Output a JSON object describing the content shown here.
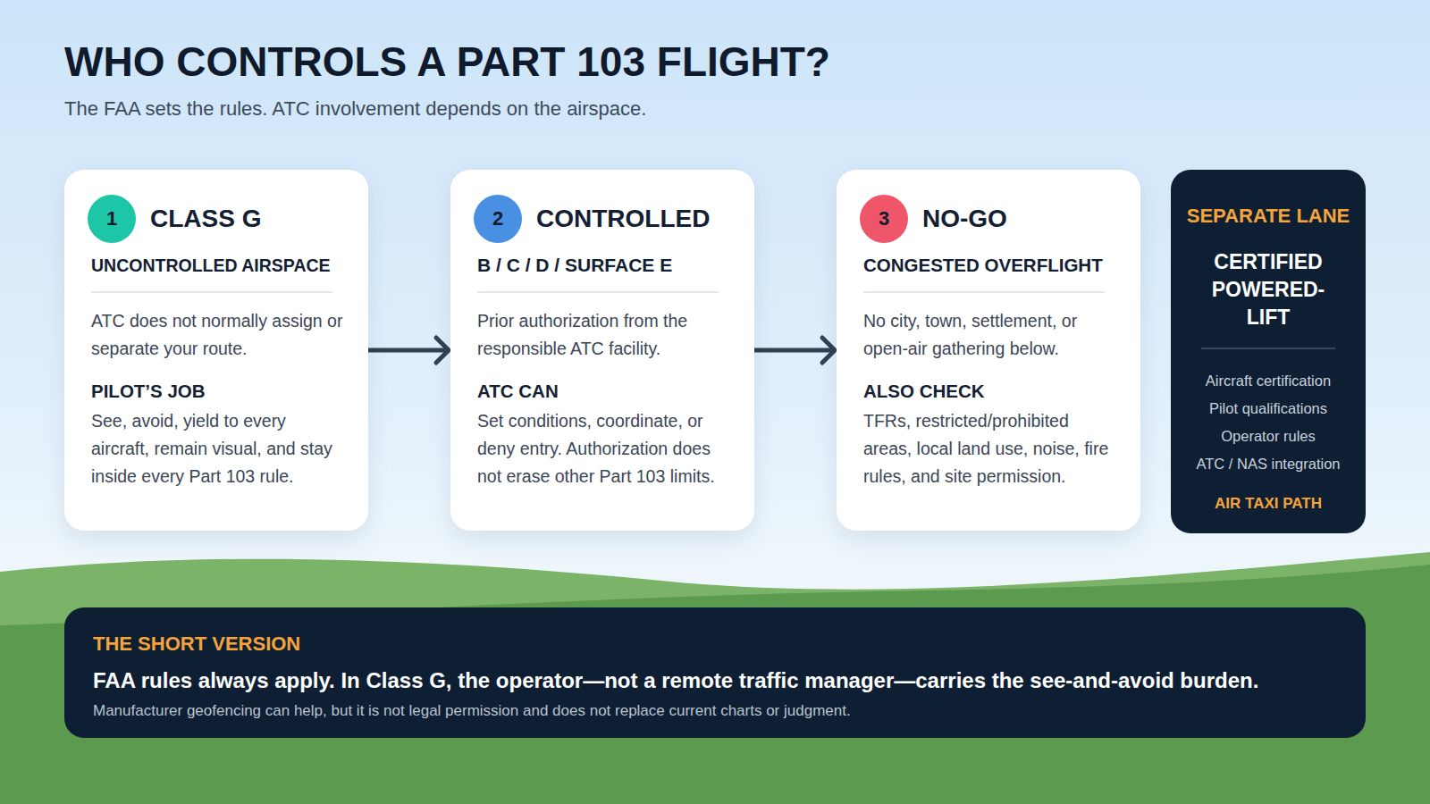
{
  "diagram": {
    "title": "WHO CONTROLS A PART 103 FLIGHT?",
    "caption": "The FAA sets the rules. ATC involvement depends on the airspace.",
    "nodes": [
      {
        "text": [
          "CLASS G",
          "UNCONTROLLED AIRSPACE",
          "ATC does not normally assign or separate your route.",
          "PILOT’S JOB",
          "See, avoid, yield to every aircraft, remain visual, and stay inside every Part 103 rule."
        ]
      },
      {
        "text": [
          "1"
        ],
        "in": 0
      },
      {
        "text": [
          "CONTROLLED",
          "B / C / D / SURFACE E",
          "Prior authorization from the responsible ATC facility.",
          "ATC CAN",
          "Set conditions, coordinate, or deny entry. Authorization does not erase other Part 103 limits."
        ]
      },
      {
        "text": [
          "2"
        ],
        "in": 2
      },
      {
        "text": [
          "NO-GO",
          "CONGESTED OVERFLIGHT",
          "No city, town, settlement, or open-air gathering below.",
          "ALSO CHECK",
          "TFRs, restricted/prohibited areas, local land use, noise, fire rules, and site permission."
        ]
      },
      {
        "text": [
          "3"
        ],
        "in": 4
      },
      {
        "text": [
          "SEPARATE LANE",
          "CERTIFIED POWERED-LIFT",
          "Aircraft certification",
          "Pilot qualifications",
          "Operator rules",
          "ATC / NAS integration",
          "AIR TAXI PATH"
        ]
      },
      {
        "text": [
          "THE SHORT VERSION",
          "FAA rules always apply. In Class G, the operator—not a remote traffic manager—carries the see-and-avoid burden.",
          "Manufacturer geofencing can help, but it is not legal permission and does not replace current charts or judgment."
        ]
      }
    ],
    "edges": [
      {
        "from": 0,
        "to": 2,
        "arrow": "to"
      },
      {
        "from": 2,
        "to": 4,
        "arrow": "to"
      }
    ]
  }
}
